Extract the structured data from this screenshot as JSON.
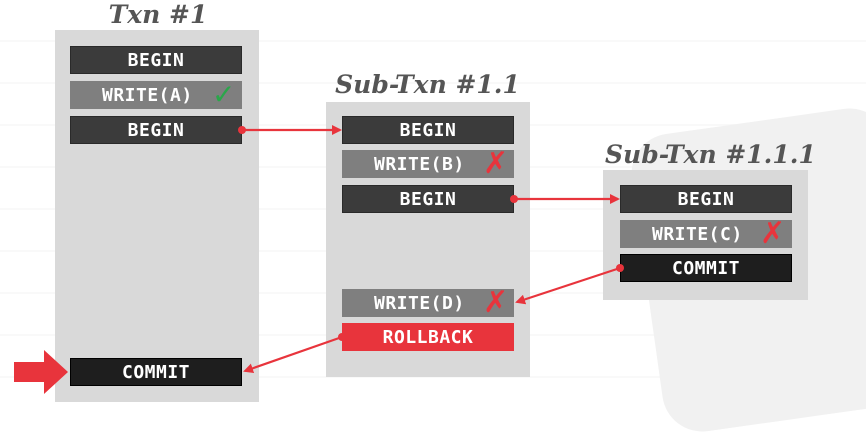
{
  "panels": {
    "txn1": {
      "title": "Txn #1",
      "ops": {
        "begin_1": "BEGIN",
        "write_a": "WRITE(A)",
        "begin_2": "BEGIN",
        "commit": "COMMIT"
      }
    },
    "subtxn11": {
      "title": "Sub-Txn #1.1",
      "ops": {
        "begin_1": "BEGIN",
        "write_b": "WRITE(B)",
        "begin_2": "BEGIN",
        "write_d": "WRITE(D)",
        "rollback": "ROLLBACK"
      }
    },
    "subtxn111": {
      "title": "Sub-Txn #1.1.1",
      "ops": {
        "begin": "BEGIN",
        "write_c": "WRITE(C)",
        "commit": "COMMIT"
      }
    }
  },
  "marks": {
    "check": "✓",
    "cross": "✗"
  },
  "colors": {
    "arrow": "#e8343c",
    "panel": "#d9d9d9",
    "rollback": "#e8343c"
  }
}
